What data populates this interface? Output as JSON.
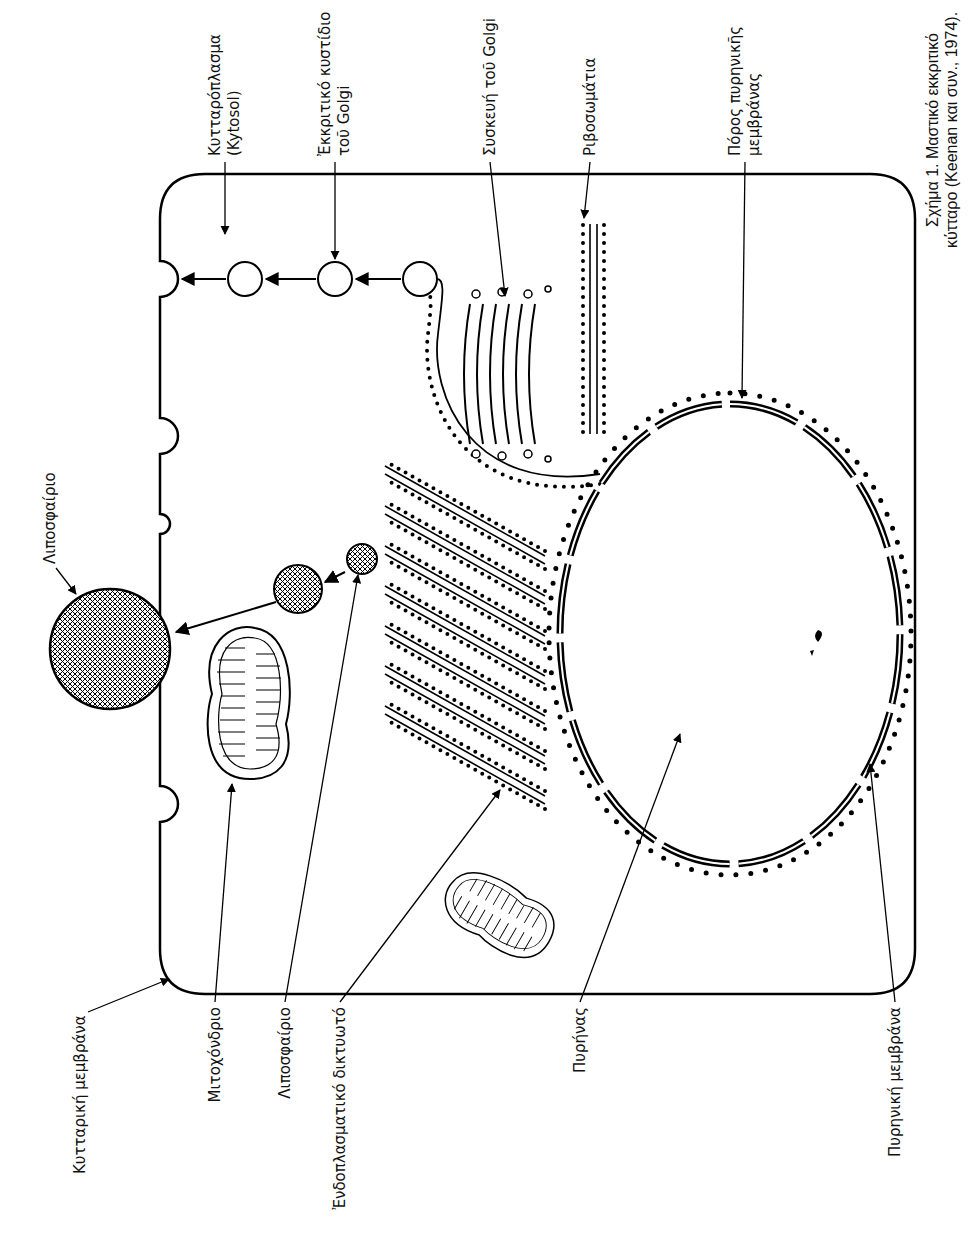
{
  "diagram": {
    "caption": "Σχήμα 1. Μαστικό εκκριτικό κύτταρο (Keenan και συν., 1974).",
    "labels": [
      "Κυτταρική μεμβράνα",
      "Λιποσφαίριο",
      "Κυτταρόπλασμα (Kytosol)",
      "Ἐκκριτικό κυστίδιο τοῦ Golgi",
      "Συσκευή τοῦ Golgi",
      "Ριβοσωμάτια",
      "Πόρος πυρηνικῆς μεμβράνας",
      "Μιτοχόνδριο",
      "Λιποσφαίριο",
      "Ἐνδοπλασματικό δικτυωτό",
      "Πυρήνας",
      "Πυρηνική μεμβράνα"
    ]
  }
}
